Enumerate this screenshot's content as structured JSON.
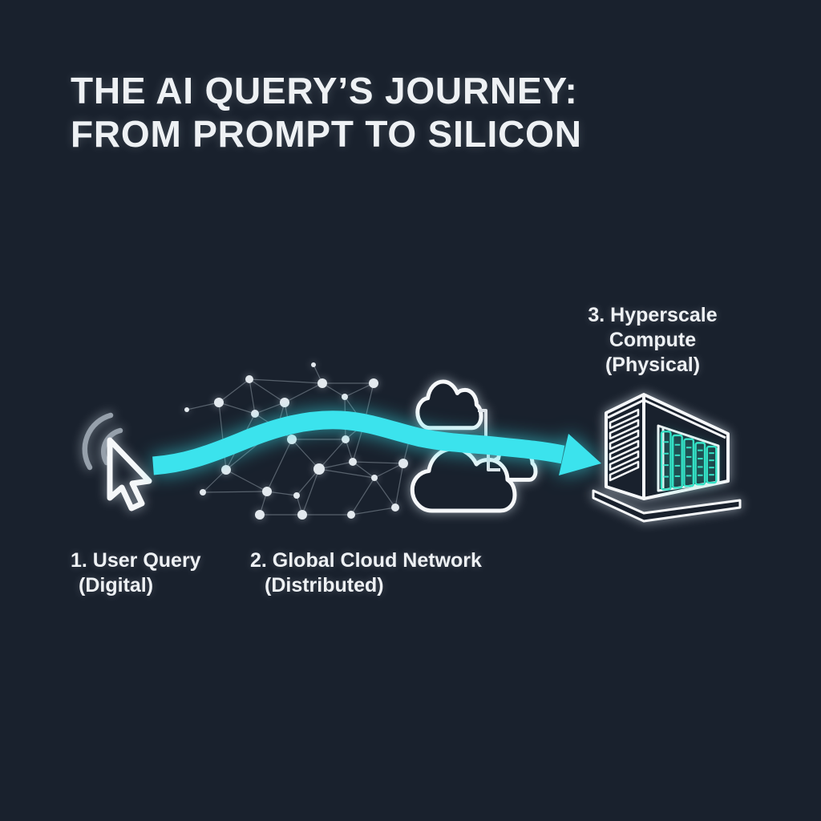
{
  "title": {
    "line1": "THE AI QUERY’S JOURNEY:",
    "line2": "FROM PROMPT TO SILICON"
  },
  "steps": [
    {
      "label": "1. User Query",
      "sublabel": "(Digital)",
      "icon": "cursor-click-icon"
    },
    {
      "label": "2. Global Cloud Network",
      "sublabel": "(Distributed)",
      "icon": "cloud-network-icon"
    },
    {
      "label": "3. Hyperscale",
      "label2": "Compute",
      "sublabel": "(Physical)",
      "icon": "data-center-building-icon"
    }
  ],
  "flow_arrow": {
    "name": "query-flow-arrow",
    "direction": "left-to-right"
  },
  "colors": {
    "background": "#19212d",
    "accent_cyan": "#3be3ed",
    "rack_teal": "#34e2c6",
    "stroke_white": "#f5f7f9",
    "node_fill": "#e3e9ee",
    "edge_line": "rgba(220,232,242,0.32)",
    "ripple_gray": "#96a0ab",
    "text": "#eef1f4"
  },
  "datacenter": {
    "rack_count": 5,
    "vent_count": 6
  },
  "network": {
    "nodes": [
      [
        311,
        473,
        5
      ],
      [
        273,
        502,
        6
      ],
      [
        233,
        511,
        3
      ],
      [
        318,
        516,
        5
      ],
      [
        355,
        502,
        6
      ],
      [
        391,
        455,
        3
      ],
      [
        402,
        478,
        6
      ],
      [
        430,
        495,
        4
      ],
      [
        466,
        478,
        6
      ],
      [
        454,
        529,
        5
      ],
      [
        511,
        546,
        4
      ],
      [
        346,
        534,
        4
      ],
      [
        364,
        548,
        6
      ],
      [
        431,
        548,
        5
      ],
      [
        282,
        586,
        6
      ],
      [
        253,
        614,
        4
      ],
      [
        333,
        613,
        6
      ],
      [
        370,
        618,
        4
      ],
      [
        398,
        585,
        7
      ],
      [
        440,
        576,
        5
      ],
      [
        467,
        596,
        4
      ],
      [
        503,
        578,
        6
      ],
      [
        324,
        642,
        6
      ],
      [
        377,
        642,
        6
      ],
      [
        438,
        642,
        5
      ],
      [
        493,
        633,
        5
      ]
    ],
    "edges": [
      [
        0,
        1
      ],
      [
        0,
        3
      ],
      [
        0,
        4
      ],
      [
        0,
        6
      ],
      [
        1,
        2
      ],
      [
        1,
        3
      ],
      [
        1,
        14
      ],
      [
        3,
        4
      ],
      [
        3,
        11
      ],
      [
        3,
        14
      ],
      [
        4,
        6
      ],
      [
        4,
        11
      ],
      [
        4,
        12
      ],
      [
        5,
        6
      ],
      [
        6,
        7
      ],
      [
        6,
        8
      ],
      [
        7,
        8
      ],
      [
        7,
        9
      ],
      [
        7,
        13
      ],
      [
        8,
        9
      ],
      [
        9,
        10
      ],
      [
        9,
        13
      ],
      [
        9,
        19
      ],
      [
        10,
        21
      ],
      [
        11,
        12
      ],
      [
        11,
        14
      ],
      [
        12,
        13
      ],
      [
        12,
        16
      ],
      [
        12,
        18
      ],
      [
        13,
        18
      ],
      [
        13,
        19
      ],
      [
        14,
        15
      ],
      [
        14,
        16
      ],
      [
        15,
        16
      ],
      [
        16,
        17
      ],
      [
        16,
        22
      ],
      [
        17,
        18
      ],
      [
        17,
        23
      ],
      [
        18,
        19
      ],
      [
        18,
        20
      ],
      [
        18,
        23
      ],
      [
        19,
        20
      ],
      [
        19,
        21
      ],
      [
        20,
        21
      ],
      [
        20,
        24
      ],
      [
        21,
        25
      ],
      [
        22,
        23
      ],
      [
        23,
        24
      ],
      [
        24,
        25
      ],
      [
        20,
        25
      ]
    ]
  }
}
